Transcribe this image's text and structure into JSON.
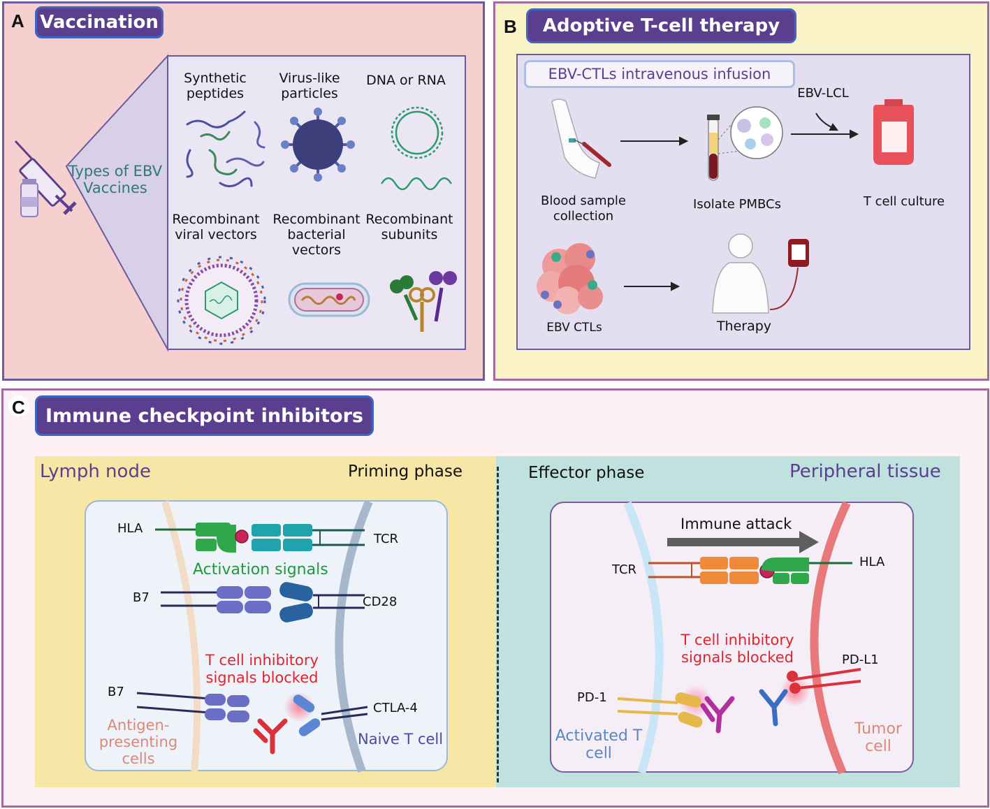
{
  "panel_a": {
    "letter": "A",
    "title": "Vaccination",
    "types_label": "Types of EBV Vaccines",
    "items": [
      {
        "label": "Synthetic peptides"
      },
      {
        "label": "Virus-like particles"
      },
      {
        "label": "DNA or RNA"
      },
      {
        "label": "Recombinant viral vectors"
      },
      {
        "label": "Recombinant bacterial vectors"
      },
      {
        "label": "Recombinant subunits"
      }
    ]
  },
  "panel_b": {
    "letter": "B",
    "title": "Adoptive T-cell therapy",
    "subtitle": "EBV-CTLs intravenous infusion",
    "ebv_lcl": "EBV-LCL",
    "steps": {
      "blood": "Blood sample collection",
      "isolate": "Isolate PMBCs",
      "culture": "T cell culture",
      "ctls": "EBV CTLs",
      "therapy": "Therapy"
    }
  },
  "panel_c": {
    "letter": "C",
    "title": "Immune checkpoint inhibitors",
    "left": {
      "region": "Lymph node",
      "phase": "Priming phase",
      "hla": "HLA",
      "tcr": "TCR",
      "activation": "Activation signals",
      "b7_top": "B7",
      "cd28": "CD28",
      "inhibitory": "T cell inhibitory signals blocked",
      "b7_bottom": "B7",
      "ctla4": "CTLA-4",
      "apc": "Antigen-presenting cells",
      "naive": "Naive T cell"
    },
    "right": {
      "phase": "Effector phase",
      "region": "Peripheral tissue",
      "attack": "Immune attack",
      "tcr": "TCR",
      "hla": "HLA",
      "inhibitory": "T cell inhibitory signals blocked",
      "pdl1": "PD-L1",
      "pd1": "PD-1",
      "activated": "Activated T cell",
      "tumor": "Tumor cell"
    }
  },
  "colors": {
    "panel_a_bg": "#f6cfcf",
    "panel_b_bg": "#fbf3c8",
    "panel_c_bg": "#fdf1f6",
    "lymph_bg": "#f7e7a6",
    "peripheral_bg": "#bfe2df",
    "title_fill": "#5b3f8e",
    "activation_green": "#1f9a3b",
    "inhibitory_red": "#e0242e"
  }
}
